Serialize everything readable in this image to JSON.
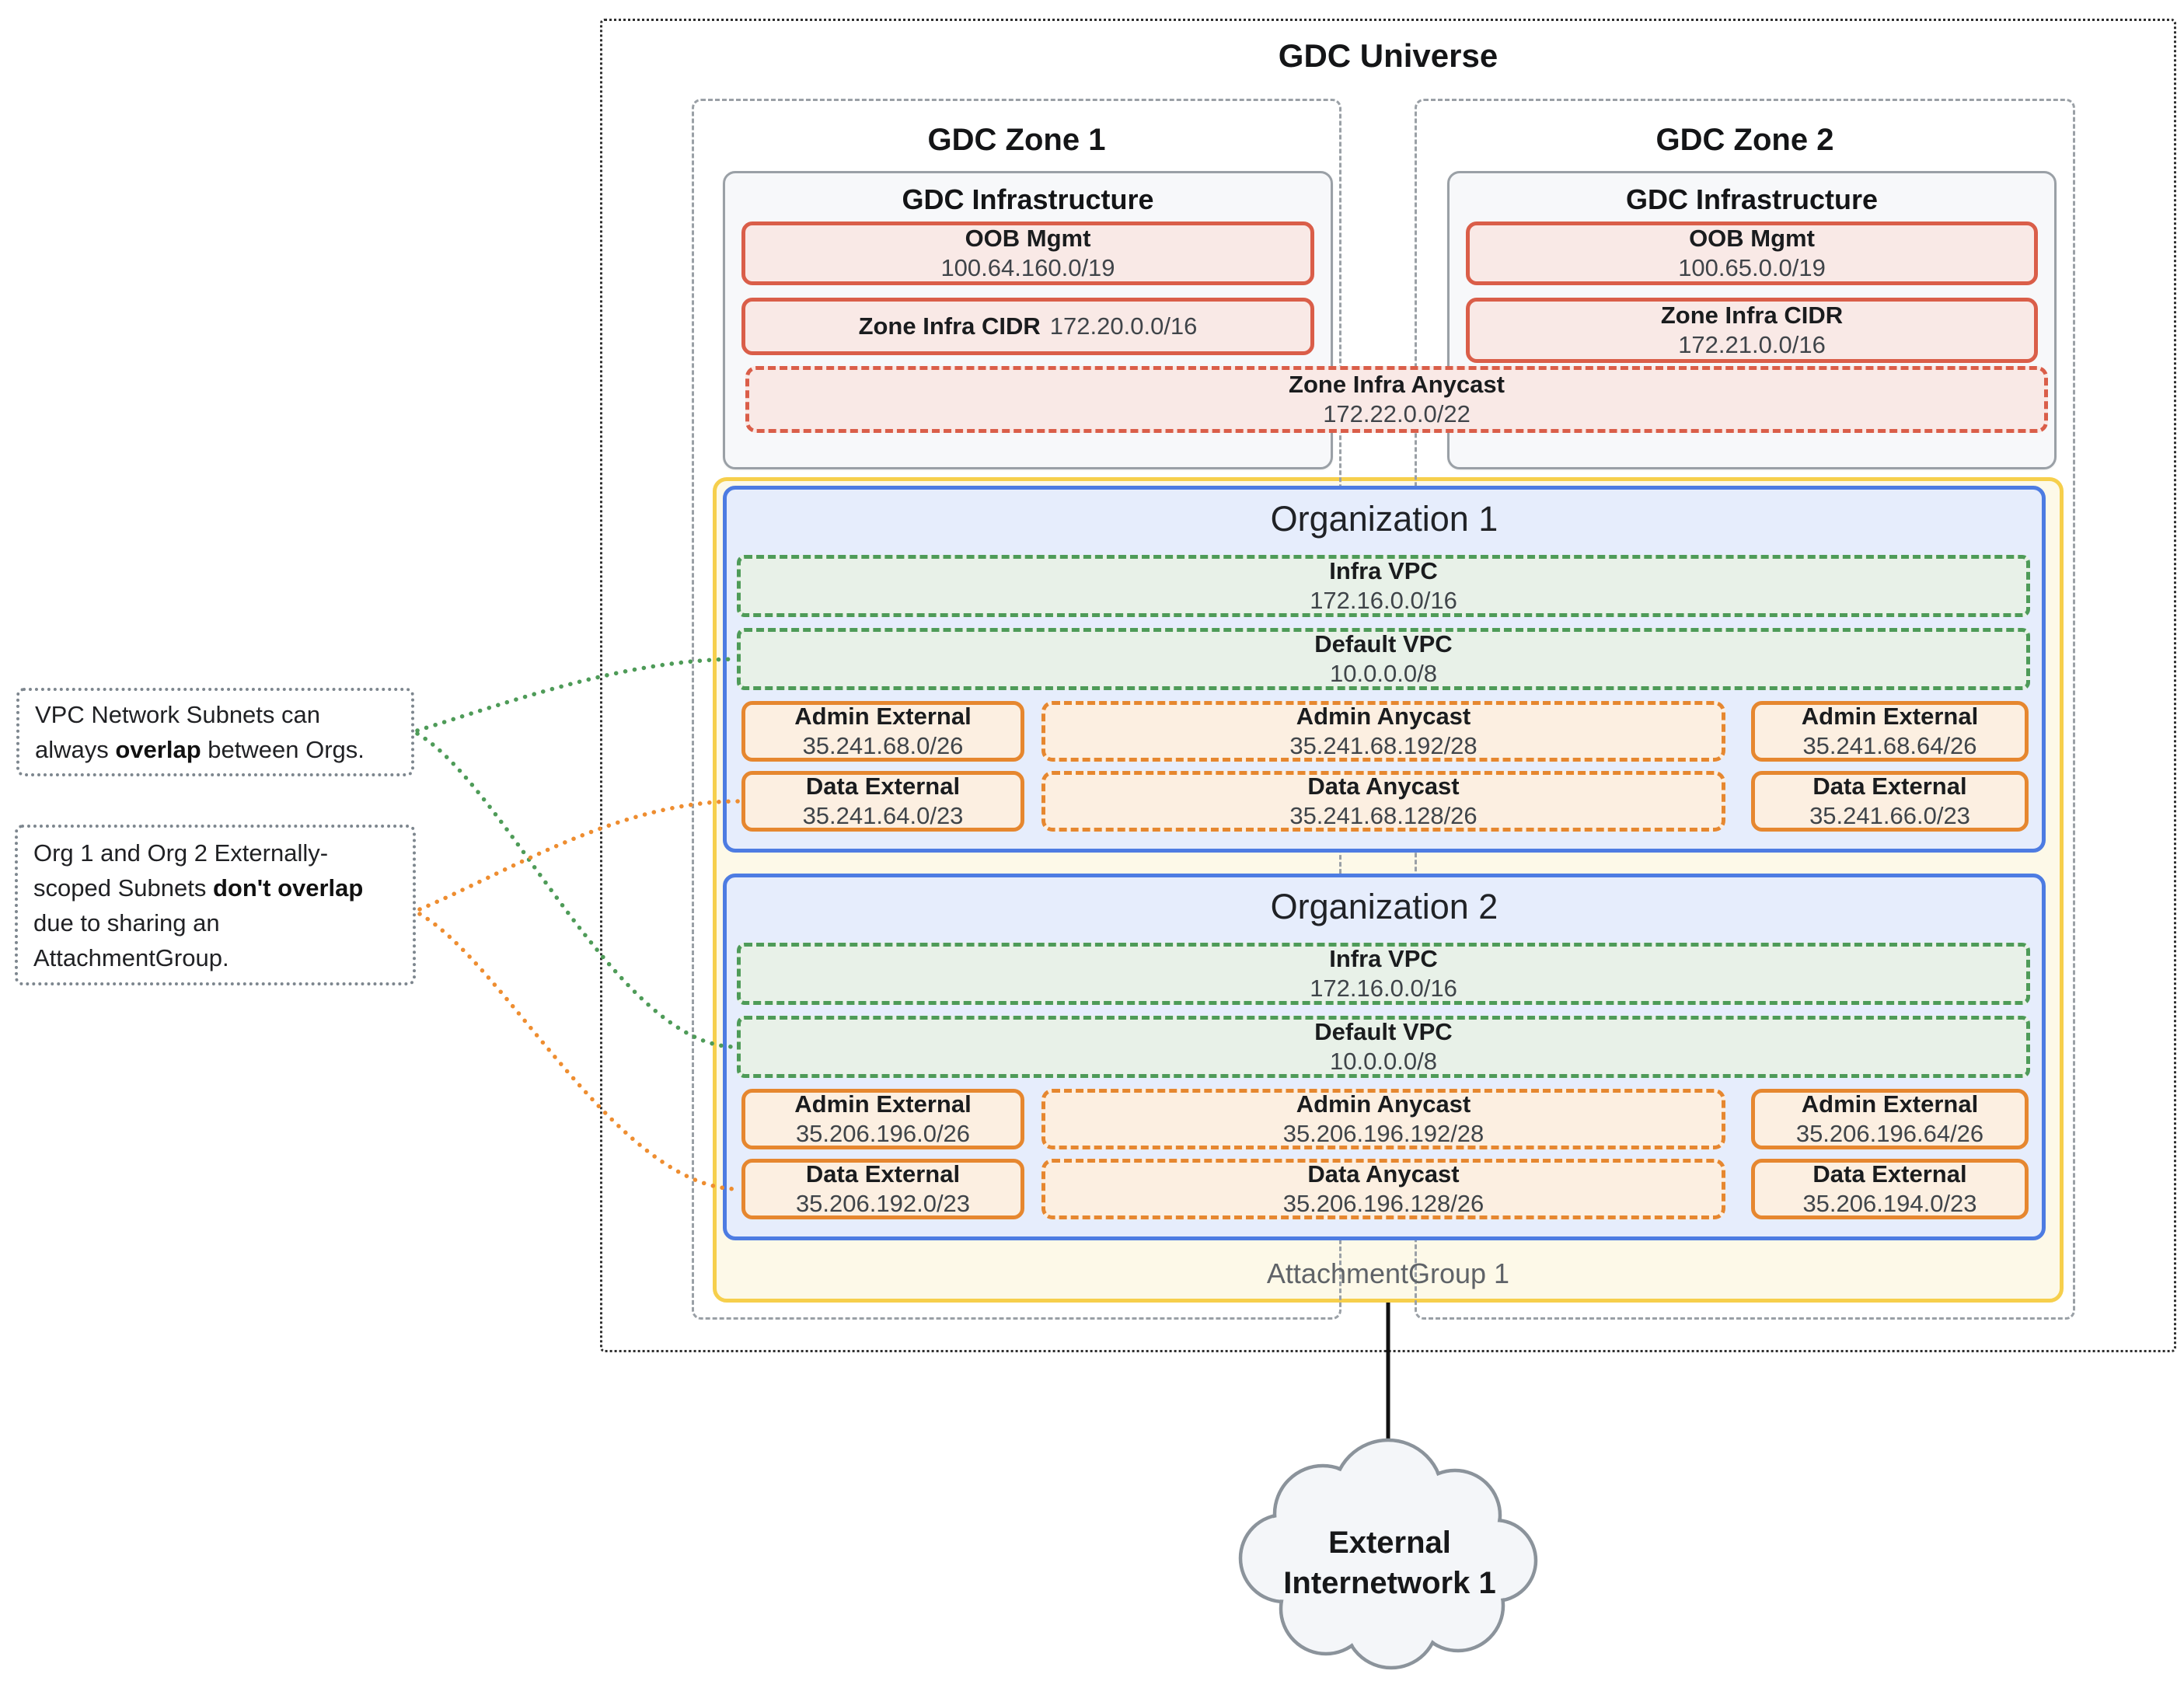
{
  "universe": {
    "title": "GDC Universe"
  },
  "zones": [
    {
      "title": "GDC Zone 1",
      "infrastructure": {
        "title": "GDC Infrastructure",
        "oob": {
          "label": "OOB Mgmt",
          "cidr": "100.64.160.0/19"
        },
        "zone_infra": {
          "label": "Zone Infra CIDR",
          "cidr": "172.20.0.0/16"
        }
      }
    },
    {
      "title": "GDC Zone 2",
      "infrastructure": {
        "title": "GDC Infrastructure",
        "oob": {
          "label": "OOB Mgmt",
          "cidr": "100.65.0.0/19"
        },
        "zone_infra": {
          "label": "Zone Infra CIDR",
          "cidr": "172.21.0.0/16"
        }
      }
    }
  ],
  "anycast": {
    "label": "Zone Infra Anycast",
    "cidr": "172.22.0.0/22"
  },
  "attachment_group": {
    "label": "AttachmentGroup 1"
  },
  "organizations": [
    {
      "title": "Organization 1",
      "infra_vpc": {
        "label": "Infra VPC",
        "cidr": "172.16.0.0/16"
      },
      "default_vpc": {
        "label": "Default VPC",
        "cidr": "10.0.0.0/8"
      },
      "subnets": {
        "admin_external_left": {
          "label": "Admin External",
          "cidr": "35.241.68.0/26"
        },
        "admin_anycast": {
          "label": "Admin Anycast",
          "cidr": "35.241.68.192/28"
        },
        "admin_external_right": {
          "label": "Admin External",
          "cidr": "35.241.68.64/26"
        },
        "data_external_left": {
          "label": "Data External",
          "cidr": "35.241.64.0/23"
        },
        "data_anycast": {
          "label": "Data Anycast",
          "cidr": "35.241.68.128/26"
        },
        "data_external_right": {
          "label": "Data External",
          "cidr": "35.241.66.0/23"
        }
      }
    },
    {
      "title": "Organization 2",
      "infra_vpc": {
        "label": "Infra VPC",
        "cidr": "172.16.0.0/16"
      },
      "default_vpc": {
        "label": "Default VPC",
        "cidr": "10.0.0.0/8"
      },
      "subnets": {
        "admin_external_left": {
          "label": "Admin External",
          "cidr": "35.206.196.0/26"
        },
        "admin_anycast": {
          "label": "Admin Anycast",
          "cidr": "35.206.196.192/28"
        },
        "admin_external_right": {
          "label": "Admin External",
          "cidr": "35.206.196.64/26"
        },
        "data_external_left": {
          "label": "Data External",
          "cidr": "35.206.192.0/23"
        },
        "data_anycast": {
          "label": "Data Anycast",
          "cidr": "35.206.196.128/26"
        },
        "data_external_right": {
          "label": "Data External",
          "cidr": "35.206.194.0/23"
        }
      }
    }
  ],
  "annotations": [
    {
      "before": "VPC Network Subnets can always ",
      "bold": "overlap",
      "after": " between Orgs."
    },
    {
      "before": "Org 1 and Org 2 Externally-scoped Subnets ",
      "bold": "don't overlap",
      "after": " due to sharing an AttachmentGroup."
    }
  ],
  "external_network": {
    "line1": "External",
    "line2": "Internetwork 1"
  },
  "colors": {
    "infra_red": "#da5e49",
    "vpc_green": "#4e9b58",
    "subnet_orange": "#e6872f",
    "org_blue": "#4d7ce2",
    "attachment_yellow": "#f6cf4c",
    "zone_gray": "#9aa0a6",
    "connector_green": "#4e9b58",
    "connector_orange": "#ee8d30"
  }
}
